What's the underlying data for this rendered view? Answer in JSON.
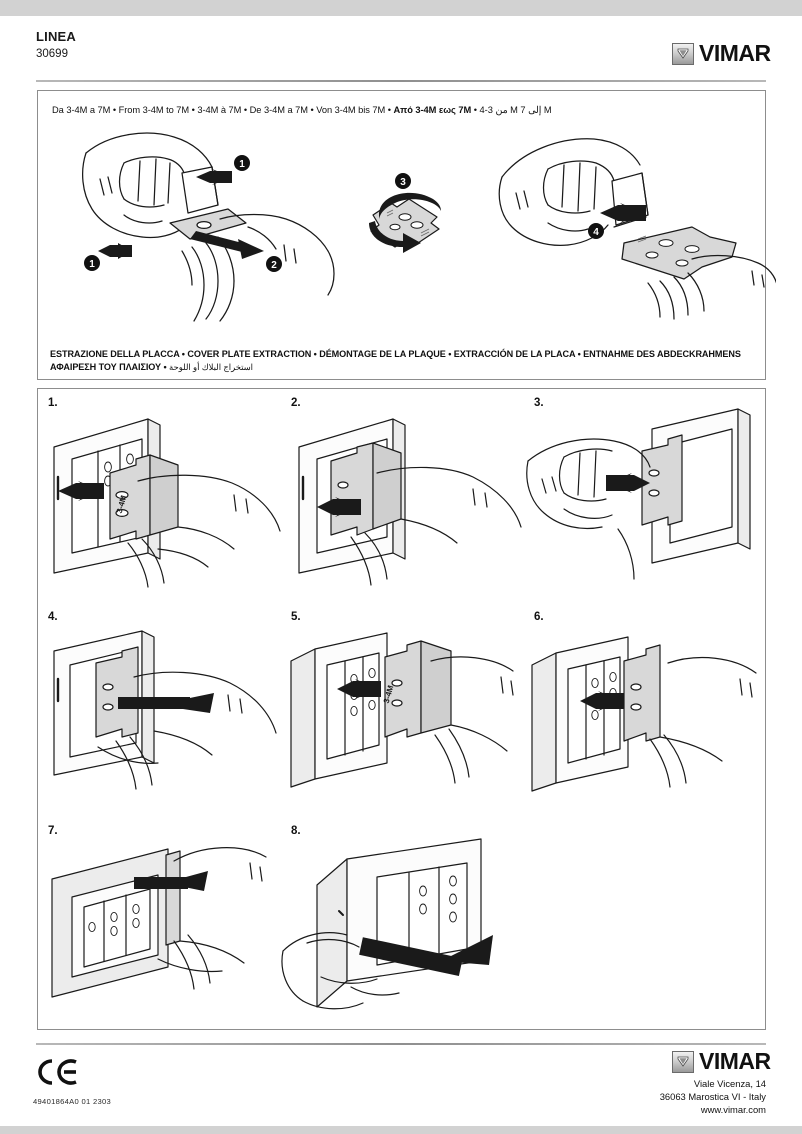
{
  "header": {
    "product_name": "LINEA",
    "product_code": "30699",
    "logo_word": "VIMAR"
  },
  "panel_top": {
    "caption_prefix": "Da 3-4M a 7M • From 3-4M to 7M • 3-4M à 7M • De 3-4M a 7M • Von 3-4M bis 7M • ",
    "caption_greek": "Από 3-4M εως 7M",
    "caption_suffix": " • ",
    "caption_arabic": "من 3-4 M إلى 7 M",
    "callouts": [
      {
        "id": "1",
        "label": "1"
      },
      {
        "id": "1b",
        "label": "1"
      },
      {
        "id": "2",
        "label": "2"
      },
      {
        "id": "3",
        "label": "3"
      },
      {
        "id": "4",
        "label": "4"
      }
    ],
    "tool_label": "3-4M"
  },
  "panel_bottom": {
    "title_line1": "ESTRAZIONE DELLA PLACCA • COVER PLATE EXTRACTION • DÉMONTAGE DE LA PLAQUE • EXTRACCIÓN DE LA PLACA • ENTNAHME DES ABDECKRAHMENS",
    "title_line2_greek": "ΑΦΑΙΡΕΣΗ ΤΟΥ ΠΛΑΙΣΙΟΥ • ",
    "title_line2_arabic": "استخراج البلاك أو اللوحة",
    "steps": [
      {
        "num": "1."
      },
      {
        "num": "2."
      },
      {
        "num": "3."
      },
      {
        "num": "4."
      },
      {
        "num": "5."
      },
      {
        "num": "6."
      },
      {
        "num": "7."
      },
      {
        "num": "8."
      }
    ],
    "tool_label": "3-4M"
  },
  "footer": {
    "ce_mark": "CE",
    "doc_code": "49401864A0  01  2303",
    "logo_word": "VIMAR",
    "address_line1": "Viale Vicenza, 14",
    "address_line2": "36063 Marostica VI - Italy",
    "address_line3": "www.vimar.com"
  },
  "colors": {
    "band": "#d2d2d2",
    "frame_border": "#8d8d8d",
    "ink": "#111111",
    "plate_fill": "#d8d8d8",
    "arrow": "#1a1a1a"
  }
}
